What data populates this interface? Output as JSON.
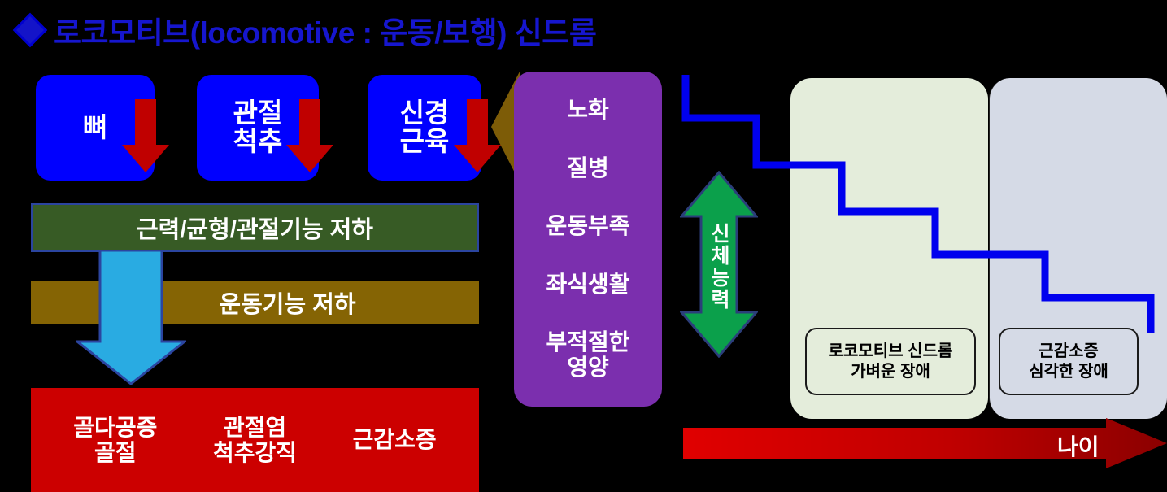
{
  "title": {
    "bullet_icon": "diamond-bullet-icon",
    "text": "로코모티브(locomotive : 운동/보행) 신드롬",
    "color": "#1616CE"
  },
  "source_boxes": [
    {
      "label": "뼈",
      "color": "#0000FF"
    },
    {
      "label": "관절\n척추",
      "color": "#0000FF"
    },
    {
      "label": "신경\n근육",
      "color": "#0000FF"
    }
  ],
  "arrows": {
    "red_down_icon": "red-down-arrow-icon",
    "olive_chevron_icon": "olive-left-chevron-icon",
    "cyan_down_icon": "cyan-down-arrow-icon",
    "green_double_icon": "green-double-arrow-icon",
    "age_arrow_icon": "red-right-arrow-icon"
  },
  "risk_factors": {
    "color": "#7B2FAE",
    "items": [
      "노화",
      "질병",
      "운동부족",
      "좌식생활",
      "부적절한\n영양"
    ]
  },
  "decline_bars": [
    {
      "label": "근력/균형/관절기능 저하",
      "color": "#375B25",
      "border": "#2B45A0"
    },
    {
      "label": "운동기능 저하",
      "color": "#856404"
    }
  ],
  "outcomes": {
    "color": "#CC0000",
    "items": [
      "골다공증\n골절",
      "관절염\n척추강직",
      "근감소증"
    ]
  },
  "chart": {
    "vertical_axis_label": "신체능력",
    "horizontal_axis_label": "나이",
    "step_line_color": "#0000EE",
    "panels": [
      {
        "label": "로코모티브 신드롬\n가벼운 장애",
        "color": "#E4EDDB"
      },
      {
        "label": "근감소증\n심각한 장애",
        "color": "#D5DAE6"
      }
    ]
  }
}
